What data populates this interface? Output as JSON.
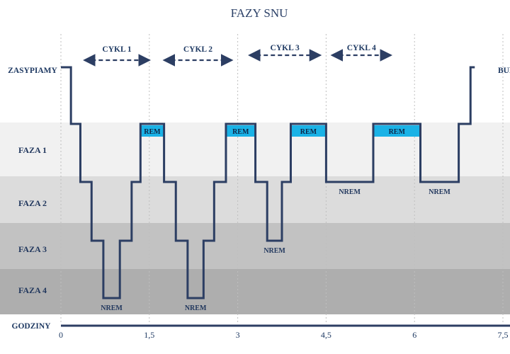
{
  "title": "FAZY SNU",
  "y_labels": {
    "asleep": "ZASYPIAMY",
    "wake": "BUDZIMY SIĘ"
  },
  "phases": [
    "FAZA 1",
    "FAZA 2",
    "FAZA 3",
    "FAZA 4"
  ],
  "x_axis": {
    "label": "GODZINY",
    "ticks": [
      "0",
      "1,5",
      "3",
      "4,5",
      "6",
      "7,5"
    ]
  },
  "cycles": [
    "CYKL 1",
    "CYKL 2",
    "CYKL 3",
    "CYKL 4"
  ],
  "rem_label": "REM",
  "nrem_label": "NREM",
  "colors": {
    "line": "#2c3e63",
    "rem": "#1ab2e6",
    "band_faza1": "#f1f1f1",
    "band_faza2": "#dcdcdc",
    "band_faza3": "#c2c2c2",
    "band_faza4": "#aeaeae"
  },
  "chart_data": {
    "type": "line",
    "title": "FAZY SNU",
    "xlabel": "GODZINY",
    "x_ticks": [
      0,
      1.5,
      3,
      4.5,
      6,
      7.5
    ],
    "y_categories": [
      "ZASYPIAMY",
      "FAZA 1",
      "FAZA 2",
      "FAZA 3",
      "FAZA 4"
    ],
    "hypnogram": [
      [
        0.0,
        "ZASYPIAMY"
      ],
      [
        0.17,
        "FAZA 1"
      ],
      [
        0.33,
        "FAZA 2"
      ],
      [
        0.52,
        "FAZA 3"
      ],
      [
        0.72,
        "FAZA 4"
      ],
      [
        1.0,
        "FAZA 3"
      ],
      [
        1.2,
        "FAZA 2"
      ],
      [
        1.35,
        "FAZA 1"
      ],
      [
        1.75,
        "FAZA 2"
      ],
      [
        1.95,
        "FAZA 3"
      ],
      [
        2.15,
        "FAZA 4"
      ],
      [
        2.42,
        "FAZA 3"
      ],
      [
        2.6,
        "FAZA 2"
      ],
      [
        2.8,
        "FAZA 1"
      ],
      [
        3.3,
        "FAZA 2"
      ],
      [
        3.5,
        "FAZA 3"
      ],
      [
        3.75,
        "FAZA 2"
      ],
      [
        3.9,
        "FAZA 1"
      ],
      [
        4.5,
        "FAZA 2"
      ],
      [
        5.3,
        "FAZA 1"
      ],
      [
        6.1,
        "FAZA 2"
      ],
      [
        6.75,
        "FAZA 1"
      ],
      [
        6.95,
        "BUDZIMY SIĘ"
      ]
    ],
    "rem_periods": [
      [
        1.35,
        1.75
      ],
      [
        2.8,
        3.3
      ],
      [
        3.9,
        4.5
      ],
      [
        5.3,
        6.1
      ]
    ],
    "nrem_annotations": [
      {
        "x": 0.72,
        "phase": "FAZA 4"
      },
      {
        "x": 2.15,
        "phase": "FAZA 4"
      },
      {
        "x": 3.5,
        "phase": "FAZA 3"
      },
      {
        "x": 4.5,
        "phase": "FAZA 2"
      },
      {
        "x": 6.1,
        "phase": "FAZA 2"
      }
    ],
    "cycles": [
      {
        "name": "CYKL 1",
        "from": 0.4,
        "to": 1.5
      },
      {
        "name": "CYKL 2",
        "from": 1.75,
        "to": 2.9
      },
      {
        "name": "CYKL 3",
        "from": 3.2,
        "to": 4.4
      },
      {
        "name": "CYKL 4",
        "from": 4.6,
        "to": 5.6
      }
    ]
  }
}
